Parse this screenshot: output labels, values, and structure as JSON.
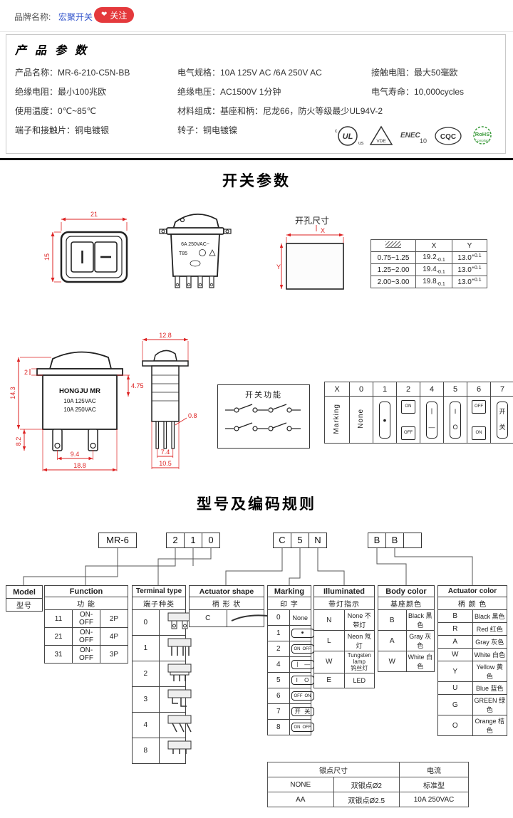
{
  "header": {
    "brand_label": "品牌名称:",
    "brand_name": "宏聚开关",
    "heart": "❤",
    "follow_label": "关注"
  },
  "params": {
    "title": "产 品 参 数",
    "r1c1": "产品名称：MR-6-210-C5N-BB",
    "r1c2": "电气规格：10A 125V AC /6A 250V AC",
    "r1c3": "接触电阻：最大50毫欧",
    "r2c1": "绝缘电阻：最小100兆欧",
    "r2c2": "绝缘电压：AC1500V 1分钟",
    "r2c3": "电气寿命：10,000cycles",
    "r3c1": "使用温度：0℃~85℃",
    "r3c2": "材料组成：基座和柄：尼龙66，防火等级最少UL94V-2",
    "r4c1": "端子和接触片：铜电镀银",
    "r4c2": "转子：铜电镀镍",
    "certs": {
      "ul_c": "c",
      "ul": "UL",
      "ul_us": "us",
      "vde": "VDE",
      "enec": "ENEC",
      "enec_num": "10",
      "cqc": "CQC",
      "rohs": "RoHS",
      "rohs_sub": "Compliant"
    }
  },
  "switch_section": {
    "title": "开关参数",
    "front": {
      "dim_w": "21",
      "dim_h": "15"
    },
    "persp": {
      "line1": "6A 250VAC~",
      "line2": "T85"
    },
    "hole": {
      "label": "开孔尺寸",
      "x": "X",
      "y": "Y"
    },
    "hole_table": {
      "h_x": "X",
      "h_y": "Y",
      "rows": [
        {
          "t": "0.75~1.25",
          "x": "19.2",
          "xt": "-0.1",
          "y": "13.0",
          "yt": "+0.1"
        },
        {
          "t": "1.25~2.00",
          "x": "19.4",
          "xt": "-0.1",
          "y": "13.0",
          "yt": "+0.1"
        },
        {
          "t": "2.00~3.00",
          "x": "19.8",
          "xt": "-0.1",
          "y": "13.0",
          "yt": "+0.1"
        }
      ]
    },
    "side1": {
      "d_h": "14.3",
      "d_flange": "2",
      "d_pin": "8.2",
      "d_pitch": "9.4",
      "d_w": "18.8",
      "d_r": "4.75",
      "face1": "HONGJU MR",
      "face2": "10A 125VAC",
      "face3": "10A 250VAC"
    },
    "side2": {
      "d_w": "12.8",
      "d_t": "0.8",
      "d_p": "7.4",
      "d_b": "10.5"
    },
    "func_label": "开关功能",
    "marking_table": {
      "headers": [
        "X",
        "0",
        "1",
        "2",
        "4",
        "5",
        "6",
        "7"
      ],
      "row_label": "Marking",
      "none": "None",
      "m1": "•",
      "m2a": "ON",
      "m2b": "OFF",
      "m4a": "丨",
      "m4b": "—",
      "m5a": "I",
      "m5b": "O",
      "m6a": "OFF",
      "m6b": "ON",
      "m7a": "开",
      "m7b": "关"
    }
  },
  "coding": {
    "title": "型号及编码规则",
    "boxes": {
      "model": "MR-6",
      "d1": "2",
      "d2": "1",
      "d3": "0",
      "c1": "C",
      "c2": "5",
      "c3": "N",
      "b1": "B",
      "b2": "B"
    },
    "model": {
      "title": "Model",
      "sub": "型号"
    },
    "function": {
      "title": "Function",
      "sub": "功  能",
      "rows": [
        [
          "11",
          "ON-OFF",
          "2P"
        ],
        [
          "21",
          "ON-OFF",
          "4P"
        ],
        [
          "31",
          "ON-OFF",
          "3P"
        ]
      ]
    },
    "terminal": {
      "title": "Terminal type",
      "sub": "端子种类",
      "codes": [
        "0",
        "1",
        "2",
        "3",
        "4",
        "8"
      ]
    },
    "shape": {
      "title": "Actuator shape",
      "sub": "柄 形 状",
      "code": "C"
    },
    "marking": {
      "title": "Marking",
      "sub": "印  字",
      "r0": "0",
      "r0v": "None",
      "r1": "1",
      "r1v": "•",
      "r2": "2",
      "r2a": "ON",
      "r2b": "OFF",
      "r4": "4",
      "r4a": "丨",
      "r4b": "—",
      "r5": "5",
      "r5a": "I",
      "r5b": "O",
      "r6": "6",
      "r6a": "OFF",
      "r6b": "ON",
      "r7": "7",
      "r7a": "开",
      "r7b": "关",
      "r8": "8",
      "r8a": "ON",
      "r8b": "OFF"
    },
    "illuminated": {
      "title": "Illuminated",
      "sub": "带灯指示",
      "rows": [
        [
          "N",
          "None 不带灯"
        ],
        [
          "L",
          "Neon 氖灯"
        ],
        [
          "W",
          "Tungsten lamp",
          "钨丝灯"
        ],
        [
          "E",
          "LED"
        ]
      ]
    },
    "body_color": {
      "title": "Body color",
      "sub": "基座颜色",
      "rows": [
        [
          "B",
          "Black 黑色"
        ],
        [
          "A",
          "Gray 灰色"
        ],
        [
          "W",
          "White 白色"
        ]
      ]
    },
    "actuator_color": {
      "title": "Actuator color",
      "sub": "柄 颜 色",
      "rows": [
        [
          "B",
          "Black 黑色"
        ],
        [
          "R",
          "Red 红色"
        ],
        [
          "A",
          "Gray 灰色"
        ],
        [
          "W",
          "White 白色"
        ],
        [
          "Y",
          "Yellow 黄色"
        ],
        [
          "U",
          "Blue 蓝色"
        ],
        [
          "G",
          "GREEN 绿色"
        ],
        [
          "O",
          "Orange 桔色"
        ]
      ]
    }
  },
  "silver_table": {
    "h1": "银点尺寸",
    "h2": "电流",
    "rows": [
      [
        "NONE",
        "双银点Ø2",
        "标准型"
      ],
      [
        "AA",
        "双银点Ø2.5",
        "10A 250VAC"
      ]
    ]
  }
}
